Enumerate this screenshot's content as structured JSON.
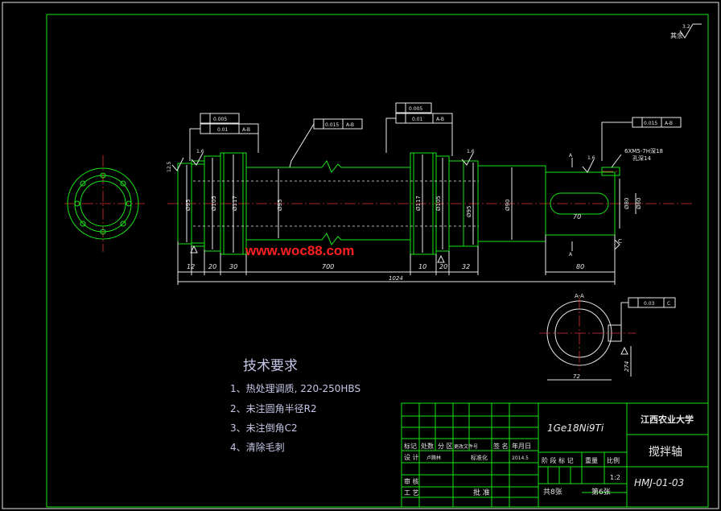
{
  "watermark": "www.woc88.com",
  "roughness_note": "其余",
  "roughness_top": "3.2",
  "roughness_a": "12.5",
  "roughness_b": "1.6",
  "roughness_c": "1.6",
  "roughness_d": "1.6",
  "fcf": {
    "left_a": "0.005",
    "left_b": "0.01",
    "left_b_ref": "A-B",
    "mid_a": "0.015",
    "mid_a_ref": "A-B",
    "mid_b": "0.005",
    "mid_c": "0.01",
    "mid_c_ref": "A-B",
    "right": "0.015",
    "right_ref": "A-B",
    "section": "0.03",
    "section_ref": "C"
  },
  "dims": {
    "d95a": "Ø95",
    "d105a": "Ø105",
    "d117a": "Ø117",
    "d95c": "Ø95",
    "d117b": "Ø117",
    "d105b": "Ø105",
    "d95b": "Ø95",
    "d90": "Ø90",
    "d80": "Ø80",
    "d60": "Ø60",
    "l12": "12",
    "l20a": "20",
    "l30": "30",
    "l700": "700",
    "l10": "10",
    "l20b": "20",
    "l32": "32",
    "l80": "80",
    "l70": "70",
    "l1024": "1024",
    "l72": "72",
    "l274": "274",
    "thread": "6XM5-7H深18",
    "thread2": "孔深14"
  },
  "labels": {
    "sec_a1": "A",
    "sec_a2": "A",
    "sec_title": "A-A",
    "datum_c": "C"
  },
  "tech": {
    "title": "技术要求",
    "items": [
      "1、热处理调质, 220-250HBS",
      "2、未注圆角半径R2",
      "3、未注倒角C2",
      "4、清除毛刺"
    ]
  },
  "title_block": {
    "school": "江西农业大学",
    "part_name": "搅拌轴",
    "material": "1Ge18Ni9Ti",
    "drawing_no": "HMJ-01-03",
    "h_marks": "标记",
    "h_count": "处数",
    "h_zone": "分 区",
    "h_doc": "更改文件号",
    "h_sign": "签 名",
    "h_date": "年月日",
    "r_design": "设 计",
    "r_designer": "卢腾林",
    "r_std": "标准化",
    "r_date": "2014.5",
    "r_stage": "阶 段 标 记",
    "r_weight": "重量",
    "r_scale": "比例",
    "scale_val": "1:2",
    "r_review": "审 核",
    "r_process": "工 艺",
    "r_approve": "批 准",
    "sheets": "共8张",
    "sheet_no": "第6张"
  }
}
